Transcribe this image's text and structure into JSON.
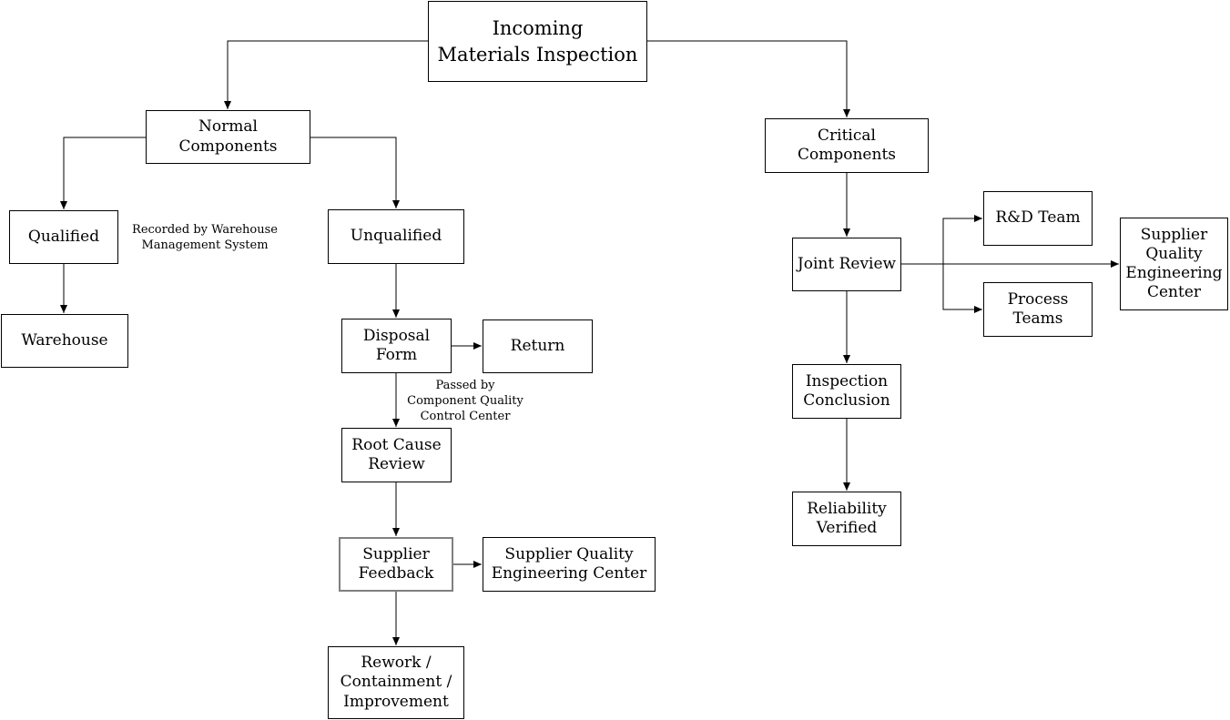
{
  "diagram": {
    "nodes": {
      "title": "Incoming\nMaterials Inspection",
      "normal": "Normal Components",
      "critical": "Critical Components",
      "qualified": "Qualified",
      "unqualified": "Unqualified",
      "warehouse": "Warehouse",
      "disposal_form": "Disposal\nForm",
      "return": "Return",
      "root_cause": "Root Cause\nReview",
      "supplier_feedback": "Supplier\nFeedback",
      "sqec_left": "Supplier Quality\nEngineering Center",
      "rework": "Rework /\nContainment /\nImprovement",
      "joint_review": "Joint Review",
      "rd_team": "R&D Team",
      "process_teams": "Process\nTeams",
      "sqec_right": "Supplier\nQuality\nEngineering\nCenter",
      "inspection_conclusion": "Inspection\nConclusion",
      "reliability_verified": "Reliability\nVerified"
    },
    "annotations": {
      "warehouse_note": "Recorded by Warehouse\nManagement System",
      "quality_note": "Passed by\nComponent Quality\nControl Center"
    },
    "colors": {
      "line": "#000000",
      "box_border": "#000000",
      "highlight_border": "#808080",
      "background": "#ffffff",
      "text": "#000000"
    }
  }
}
